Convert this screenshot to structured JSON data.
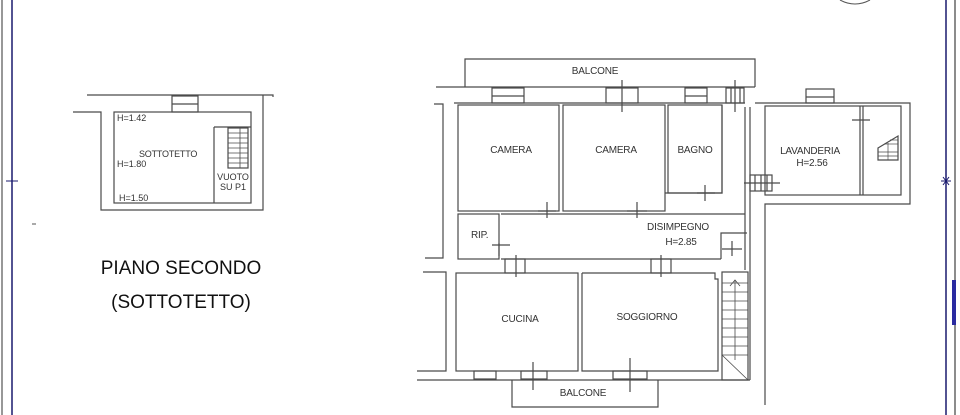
{
  "plan": {
    "title_line1": "PIANO SECONDO",
    "title_line2": "(SOTTOTETTO)",
    "attic": {
      "room": "SOTTOTETTO",
      "heights": [
        "H=1.42",
        "H=1.80",
        "H=1.50"
      ],
      "void_line1": "VUOTO",
      "void_line2": "SU P1"
    },
    "rooms": {
      "balcone_top": "BALCONE",
      "camera_1": "CAMERA",
      "camera_2": "CAMERA",
      "bagno": "BAGNO",
      "lavanderia": "LAVANDERIA",
      "lavanderia_h": "H=2.56",
      "ripostiglio": "RIP.",
      "disimpegno": "DISIMPEGNO",
      "disimpegno_h": "H=2.85",
      "cucina": "CUCINA",
      "soggiorno": "SOGGIORNO",
      "balcone_bottom": "BALCONE"
    },
    "colors": {
      "wall": "#4a4a4a",
      "frame": "#1a1a6e",
      "background": "#ffffff"
    }
  }
}
